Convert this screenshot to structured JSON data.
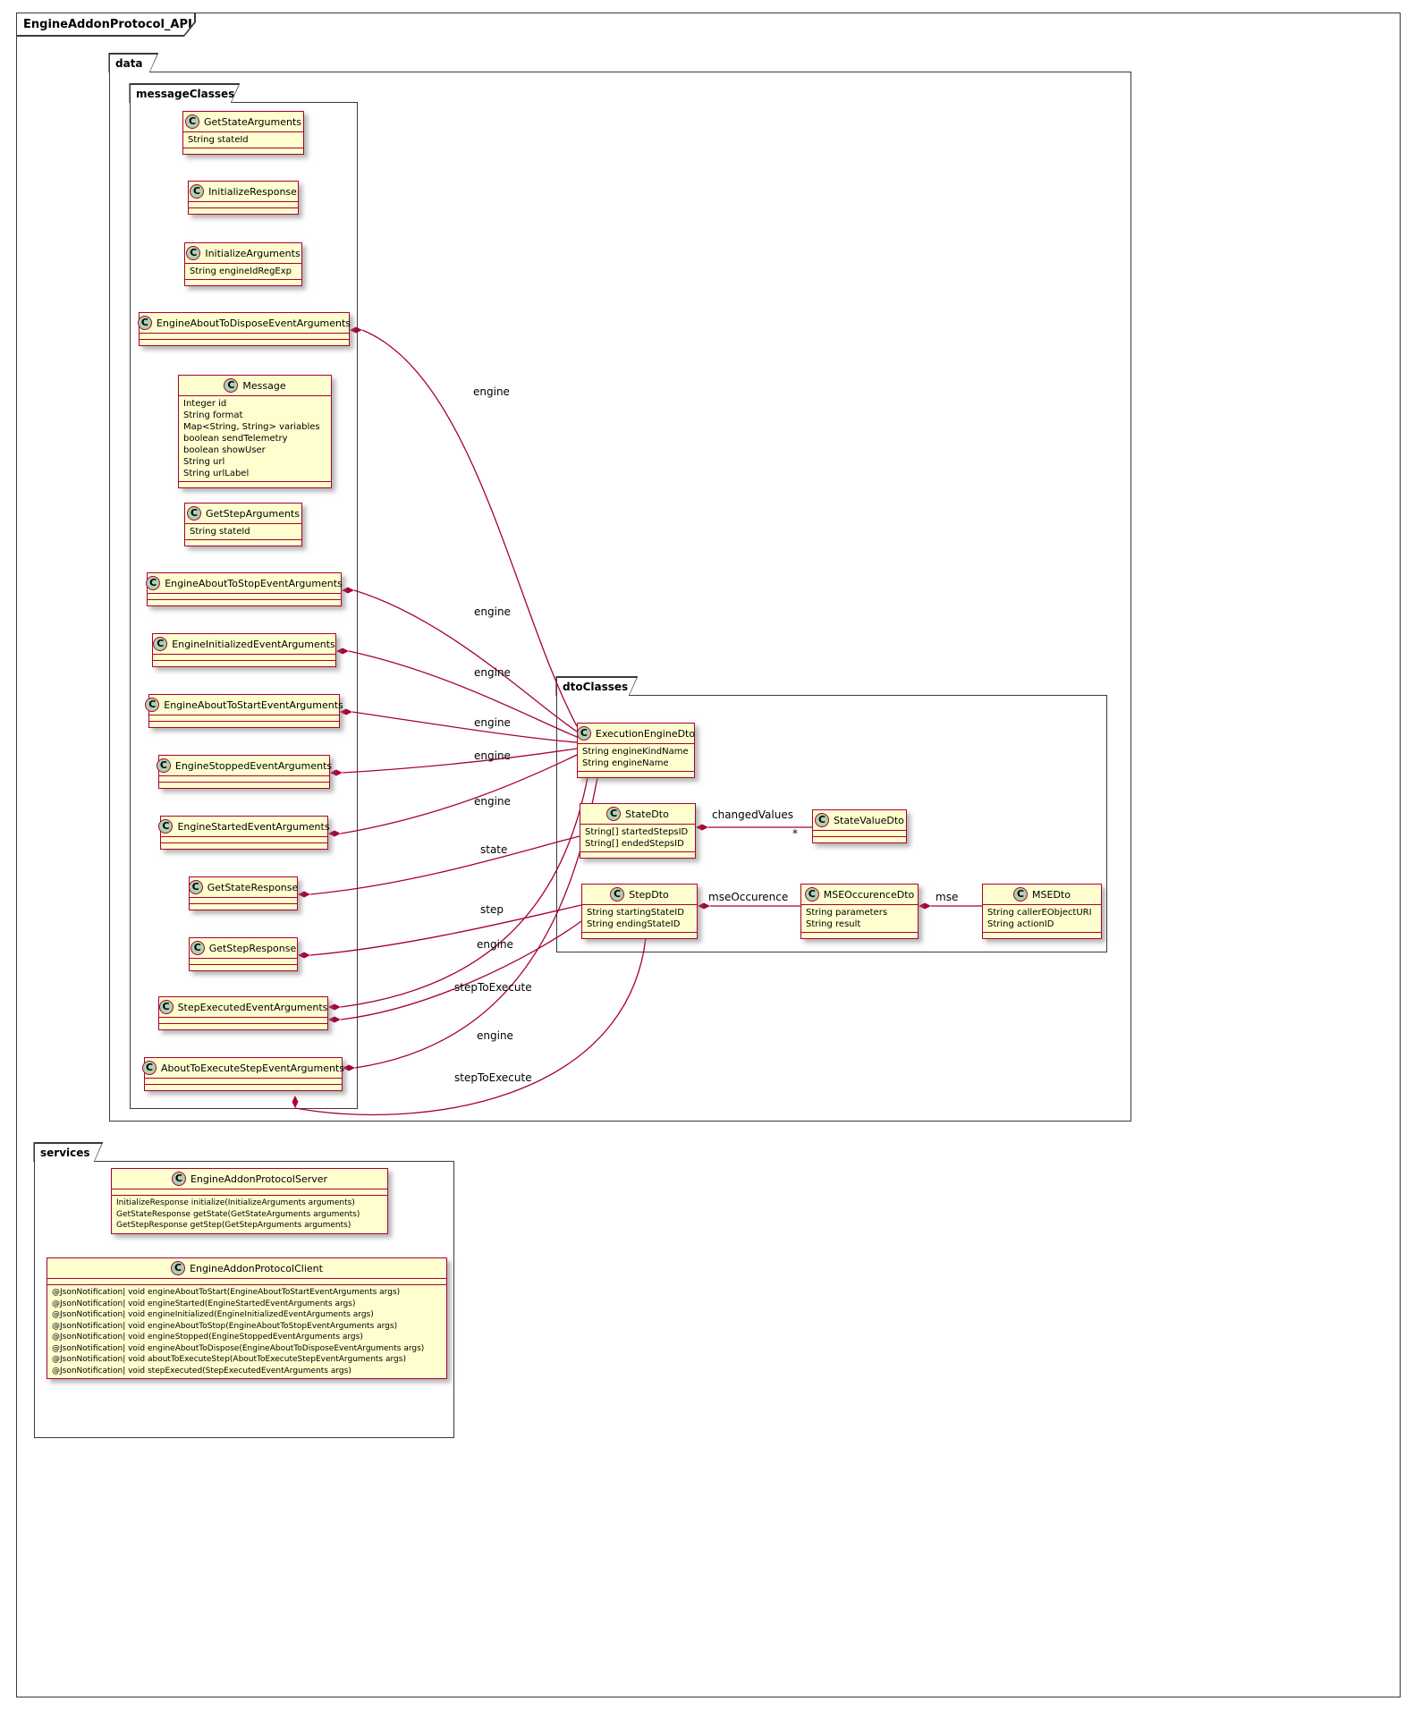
{
  "frame_title": "EngineAddonProtocol_API",
  "icon_letter": "C",
  "colors": {
    "class_fill": "#FEFECE",
    "class_border": "#A80036",
    "icon_fill": "#ADD1B2",
    "edge_color": "#A80036",
    "package_border": "#3A3A3A"
  },
  "packages": {
    "data": "data",
    "message_classes": "messageClasses",
    "dto_classes": "dtoClasses",
    "services": "services"
  },
  "message_classes": [
    {
      "name": "GetStateArguments",
      "fields": [
        "String stateId"
      ],
      "methods": []
    },
    {
      "name": "InitializeResponse",
      "fields": [],
      "methods": []
    },
    {
      "name": "InitializeArguments",
      "fields": [
        "String engineIdRegExp"
      ],
      "methods": []
    },
    {
      "name": "EngineAboutToDisposeEventArguments",
      "fields": [],
      "methods": []
    },
    {
      "name": "Message",
      "fields": [
        "Integer id",
        "String format",
        "Map<String, String> variables",
        "boolean sendTelemetry",
        "boolean showUser",
        "String url",
        "String urlLabel"
      ],
      "methods": []
    },
    {
      "name": "GetStepArguments",
      "fields": [
        "String stateId"
      ],
      "methods": []
    },
    {
      "name": "EngineAboutToStopEventArguments",
      "fields": [],
      "methods": []
    },
    {
      "name": "EngineInitializedEventArguments",
      "fields": [],
      "methods": []
    },
    {
      "name": "EngineAboutToStartEventArguments",
      "fields": [],
      "methods": []
    },
    {
      "name": "EngineStoppedEventArguments",
      "fields": [],
      "methods": []
    },
    {
      "name": "EngineStartedEventArguments",
      "fields": [],
      "methods": []
    },
    {
      "name": "GetStateResponse",
      "fields": [],
      "methods": []
    },
    {
      "name": "GetStepResponse",
      "fields": [],
      "methods": []
    },
    {
      "name": "StepExecutedEventArguments",
      "fields": [],
      "methods": []
    },
    {
      "name": "AboutToExecuteStepEventArguments",
      "fields": [],
      "methods": []
    }
  ],
  "dto_classes": [
    {
      "name": "ExecutionEngineDto",
      "fields": [
        "String engineKindName",
        "String engineName"
      ],
      "methods": []
    },
    {
      "name": "StateDto",
      "fields": [
        "String[] startedStepsID",
        "String[] endedStepsID"
      ],
      "methods": []
    },
    {
      "name": "StateValueDto",
      "fields": [],
      "methods": []
    },
    {
      "name": "StepDto",
      "fields": [
        "String startingStateID",
        "String endingStateID"
      ],
      "methods": []
    },
    {
      "name": "MSEOccurenceDto",
      "fields": [
        "String parameters",
        "String result"
      ],
      "methods": []
    },
    {
      "name": "MSEDto",
      "fields": [
        "String callerEObjectURI",
        "String actionID"
      ],
      "methods": []
    }
  ],
  "service_classes": [
    {
      "name": "EngineAddonProtocolServer",
      "fields": [],
      "methods": [
        "InitializeResponse initialize(InitializeArguments arguments)",
        "GetStateResponse getState(GetStateArguments arguments)",
        "GetStepResponse getStep(GetStepArguments arguments)"
      ]
    },
    {
      "name": "EngineAddonProtocolClient",
      "fields": [],
      "methods": [
        "@JsonNotification| void engineAboutToStart(EngineAboutToStartEventArguments args)",
        "@JsonNotification| void engineStarted(EngineStartedEventArguments args)",
        "@JsonNotification| void engineInitialized(EngineInitializedEventArguments args)",
        "@JsonNotification| void engineAboutToStop(EngineAboutToStopEventArguments args)",
        "@JsonNotification| void engineStopped(EngineStoppedEventArguments args)",
        "@JsonNotification| void engineAboutToDispose(EngineAboutToDisposeEventArguments args)",
        "@JsonNotification| void aboutToExecuteStep(AboutToExecuteStepEventArguments args)",
        "@JsonNotification| void stepExecuted(StepExecutedEventArguments args)"
      ]
    }
  ],
  "edge_labels": {
    "engine_dispose": "engine",
    "engine_stop": "engine",
    "engine_initialized": "engine",
    "engine_about_to_start": "engine",
    "engine_stopped": "engine",
    "engine_started": "engine",
    "state": "state",
    "step": "step",
    "engine_step_executed": "engine",
    "step_to_execute_step_executed": "stepToExecute",
    "engine_about_to_execute": "engine",
    "step_to_execute_about_to_execute": "stepToExecute",
    "changed_values": "changedValues",
    "changed_values_multiplicity": "*",
    "mse_occurence": "mseOccurence",
    "mse": "mse"
  }
}
